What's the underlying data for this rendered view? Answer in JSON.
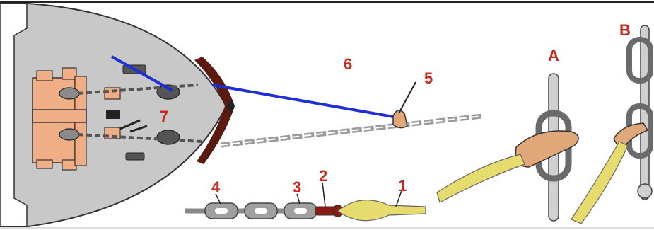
{
  "labels": {
    "n1": "1",
    "n2": "2",
    "n3": "3",
    "n4": "4",
    "n5": "5",
    "n6": "6",
    "n7": "7",
    "a": "A",
    "b": "B"
  },
  "colors": {
    "hull": "#c8c8c8",
    "deck_equipment": "#f0ae86",
    "stem": "#5a1a10",
    "pendant": "#1f2fd8",
    "label": "#c62a1e",
    "chain": "#8c8c8c",
    "rope": "#e6dc6e",
    "shackle": "#e0a878"
  }
}
